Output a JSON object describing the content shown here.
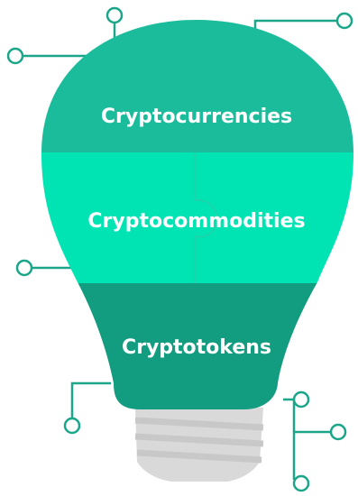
{
  "bulb": {
    "segments": [
      {
        "label": "Cryptocurrencies",
        "color": "#1BBC9B"
      },
      {
        "label": "Cryptocommodities",
        "color": "#00E3B3"
      },
      {
        "label": "Cryptotokens",
        "color": "#139D80"
      }
    ],
    "connector_color": "#1BA68A",
    "base_color": "#D9D9D9",
    "base_stripe_color": "#C8C8C8"
  }
}
